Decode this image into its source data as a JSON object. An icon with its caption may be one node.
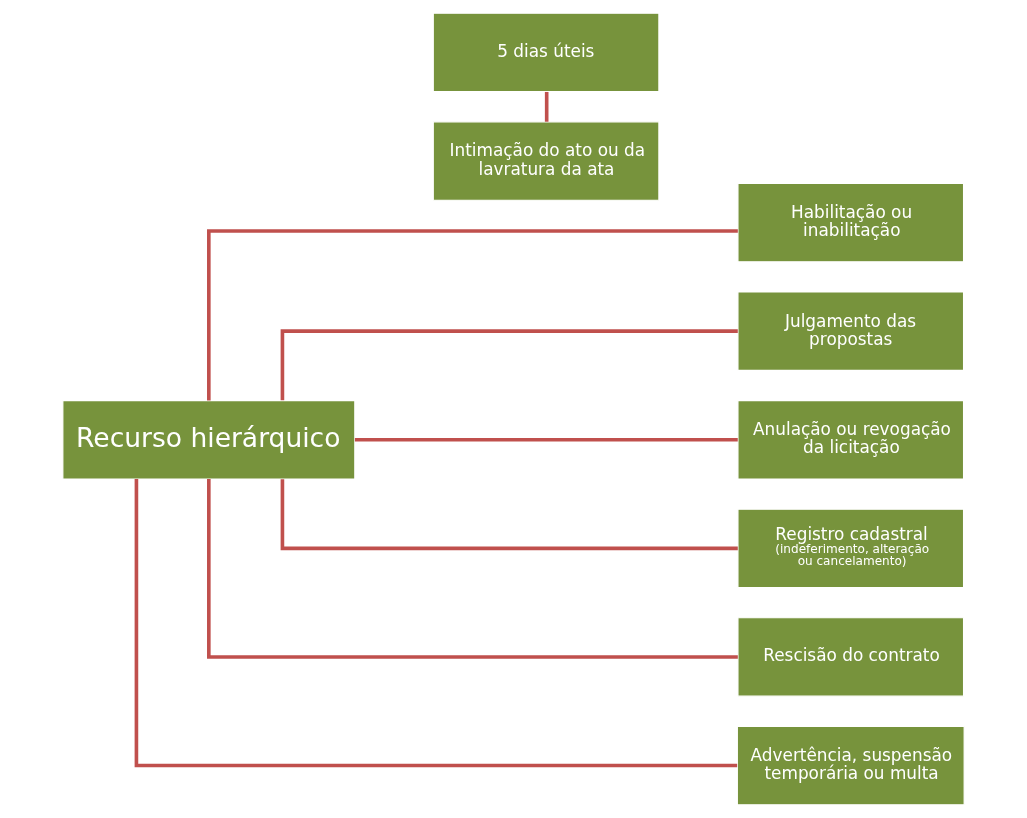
{
  "diagram": {
    "nodes": [
      {
        "text": [
          "Recurso hierárquico"
        ]
      },
      {
        "text": [
          "5 dias úteis"
        ]
      },
      {
        "text": [
          "Intimação do ato ou da lavratura da ata"
        ]
      },
      {
        "text": [
          "Habilitação ou inabilitação"
        ]
      },
      {
        "text": [
          "Julgamento das propostas"
        ]
      },
      {
        "text": [
          "Anulação ou revogação da licitação"
        ]
      },
      {
        "text": [
          "Registro cadastral",
          "(indeferimento, alteração ou cancelamento)"
        ]
      },
      {
        "text": [
          "Rescisão do contrato"
        ]
      },
      {
        "text": [
          "Advertência, suspensão temporária ou multa"
        ]
      }
    ],
    "edges": [
      {
        "from": 1,
        "to": 2,
        "arrow": "none"
      },
      {
        "from": 0,
        "to": 3,
        "arrow": "none"
      },
      {
        "from": 0,
        "to": 4,
        "arrow": "none"
      },
      {
        "from": 0,
        "to": 5,
        "arrow": "none"
      },
      {
        "from": 0,
        "to": 6,
        "arrow": "none"
      },
      {
        "from": 0,
        "to": 7,
        "arrow": "none"
      },
      {
        "from": 0,
        "to": 8,
        "arrow": "none"
      }
    ]
  }
}
